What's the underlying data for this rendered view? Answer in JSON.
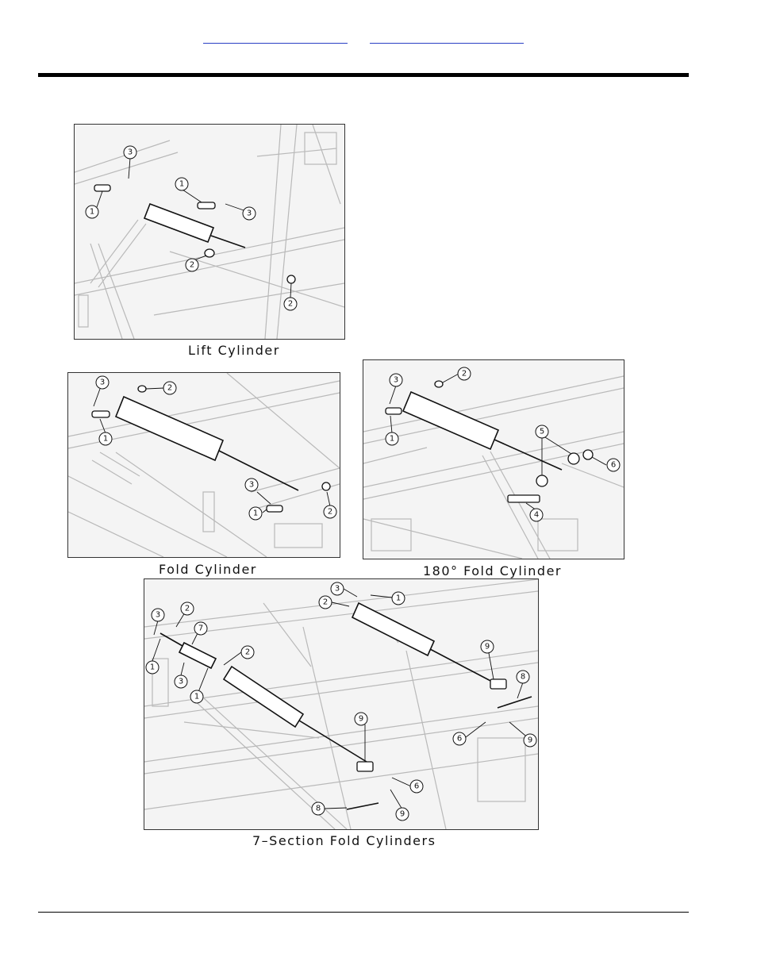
{
  "header": {
    "link_left": "",
    "link_right": ""
  },
  "figures": [
    {
      "caption": "Lift Cylinder",
      "callouts": [
        "1",
        "1",
        "2",
        "2",
        "3",
        "3"
      ]
    },
    {
      "caption": "Fold Cylinder",
      "callouts": [
        "1",
        "1",
        "2",
        "2",
        "3",
        "3"
      ]
    },
    {
      "caption": "180° Fold Cylinder",
      "callouts": [
        "1",
        "2",
        "3",
        "4",
        "5",
        "6"
      ]
    },
    {
      "caption": "7–Section Fold Cylinders",
      "callouts": [
        "1",
        "1",
        "1",
        "2",
        "2",
        "2",
        "3",
        "3",
        "3",
        "6",
        "6",
        "7",
        "8",
        "8",
        "9",
        "9",
        "9",
        "9"
      ]
    }
  ]
}
